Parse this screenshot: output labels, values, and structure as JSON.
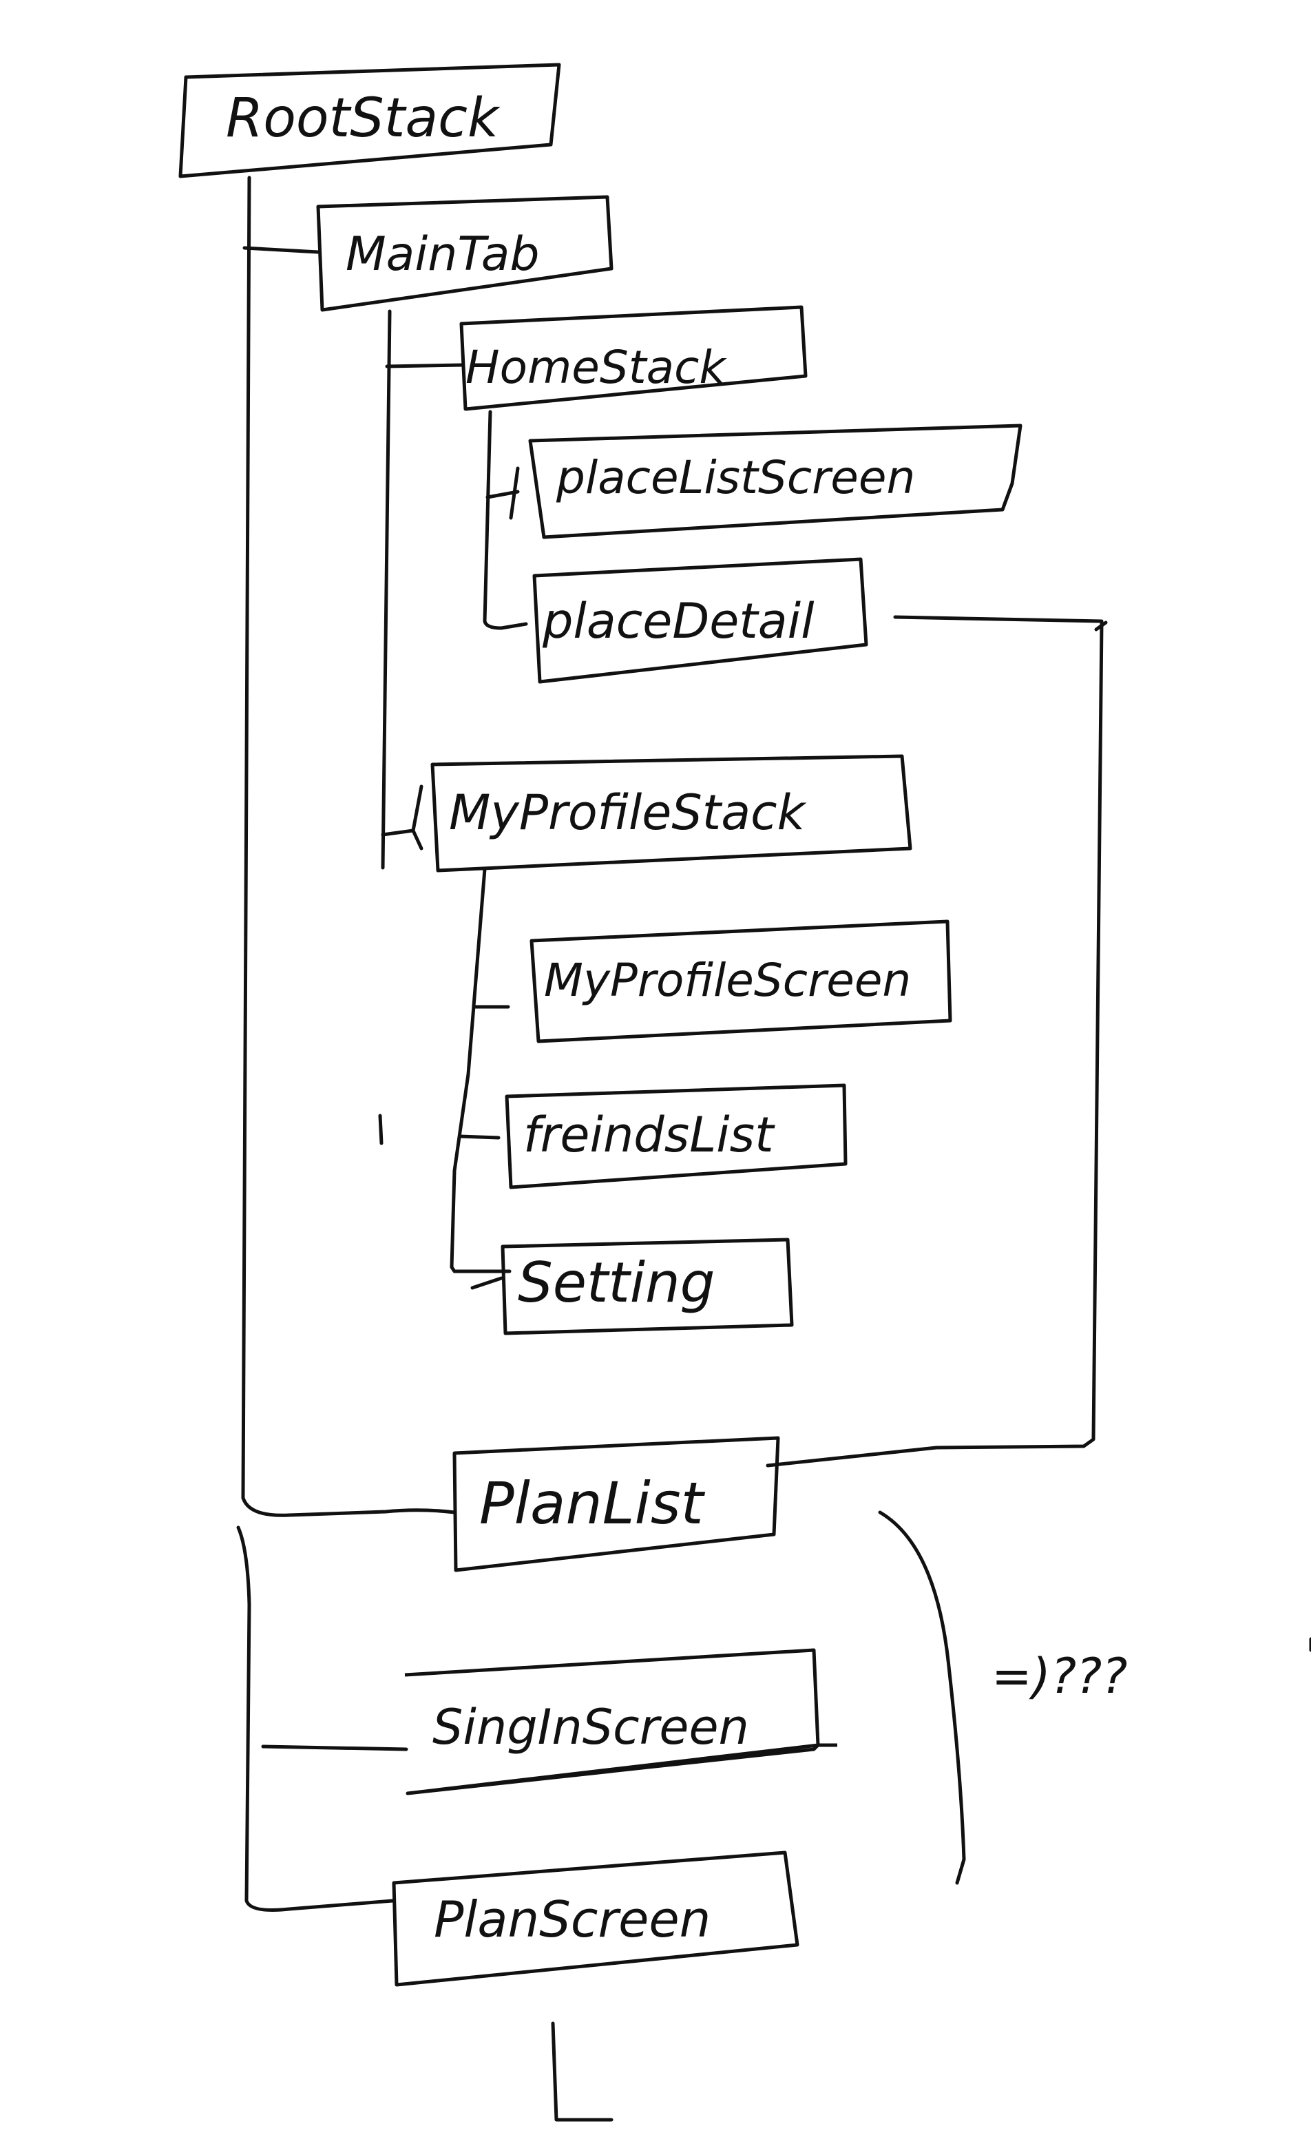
{
  "nodes": {
    "root_stack": "RootStack",
    "main_tab": "MainTab",
    "home_stack": "HomeStack",
    "place_list_screen": "placeListScreen",
    "place_detail": "placeDetail",
    "my_profile_stack": "MyProfileStack",
    "my_profile_screen": "MyProfileScreen",
    "friends_list": "freindsList",
    "setting": "Setting",
    "plan_list": "PlanList",
    "sign_in_screen": "SingInScreen",
    "plan_screen": "PlanScreen"
  },
  "annotations": {
    "question": "=)???"
  }
}
